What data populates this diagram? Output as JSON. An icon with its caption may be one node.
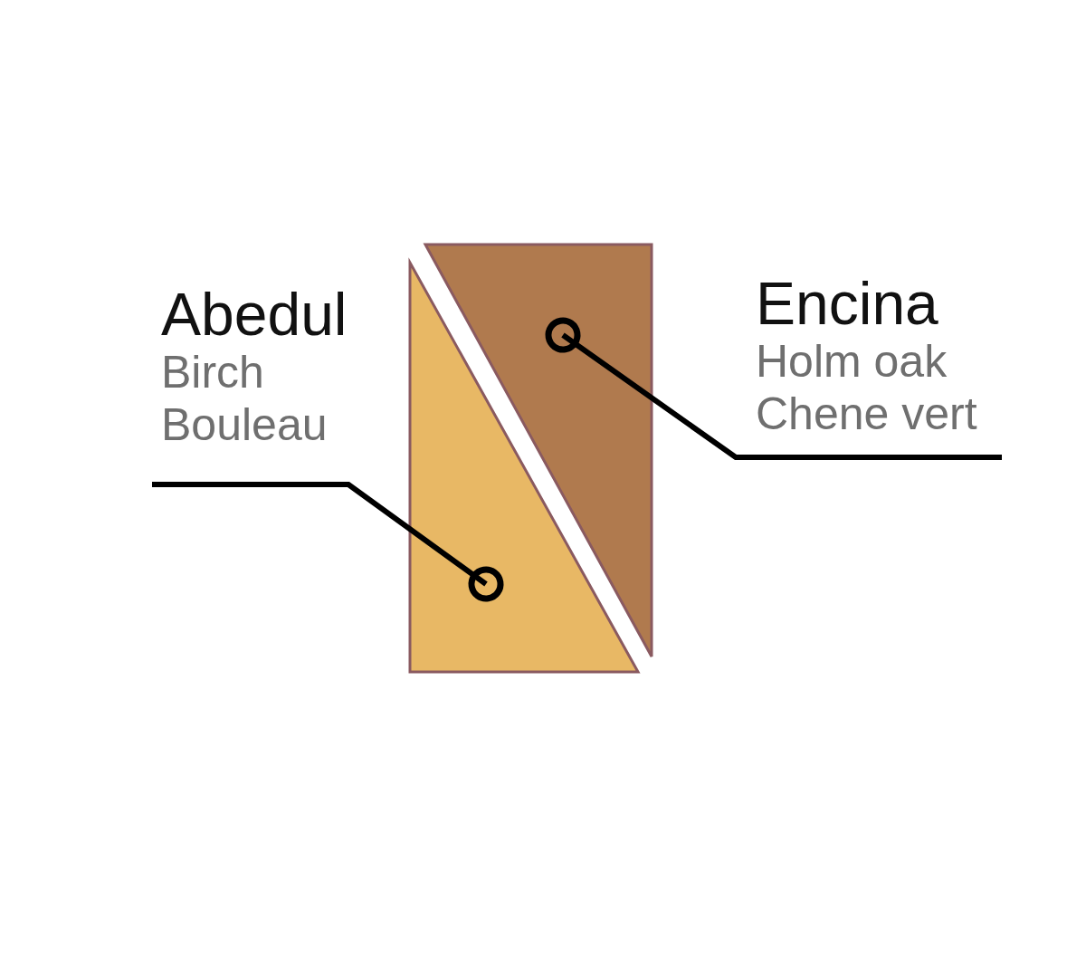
{
  "diagram": {
    "nodes": [
      {
        "text": [
          "Abedul",
          "Birch",
          "Bouleau"
        ]
      },
      {
        "text": [],
        "shape": "triangle"
      },
      {
        "text": [],
        "shape": "triangle"
      },
      {
        "text": [
          "Encina",
          "Holm oak",
          "Chene vert"
        ]
      }
    ],
    "edges": [
      {
        "from": 0,
        "to": 1,
        "arrow": "other"
      },
      {
        "from": 3,
        "to": 2,
        "arrow": "other"
      }
    ]
  }
}
